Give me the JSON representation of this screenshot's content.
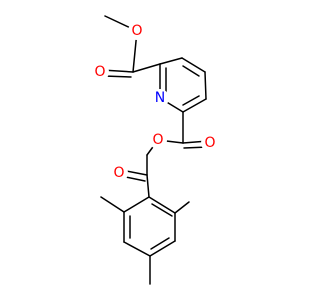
{
  "molecule": {
    "atoms": {
      "o_methoxy": {
        "label": "O",
        "color": "#ff0000"
      },
      "o_ester1_carbonyl": {
        "label": "O",
        "color": "#ff0000"
      },
      "n_pyridine": {
        "label": "N",
        "color": "#0000ff"
      },
      "o_ester2_ether": {
        "label": "O",
        "color": "#ff0000"
      },
      "o_ester2_carbonyl": {
        "label": "O",
        "color": "#ff0000"
      },
      "o_ketone": {
        "label": "O",
        "color": "#ff0000"
      }
    },
    "bond_color": "#000000"
  }
}
